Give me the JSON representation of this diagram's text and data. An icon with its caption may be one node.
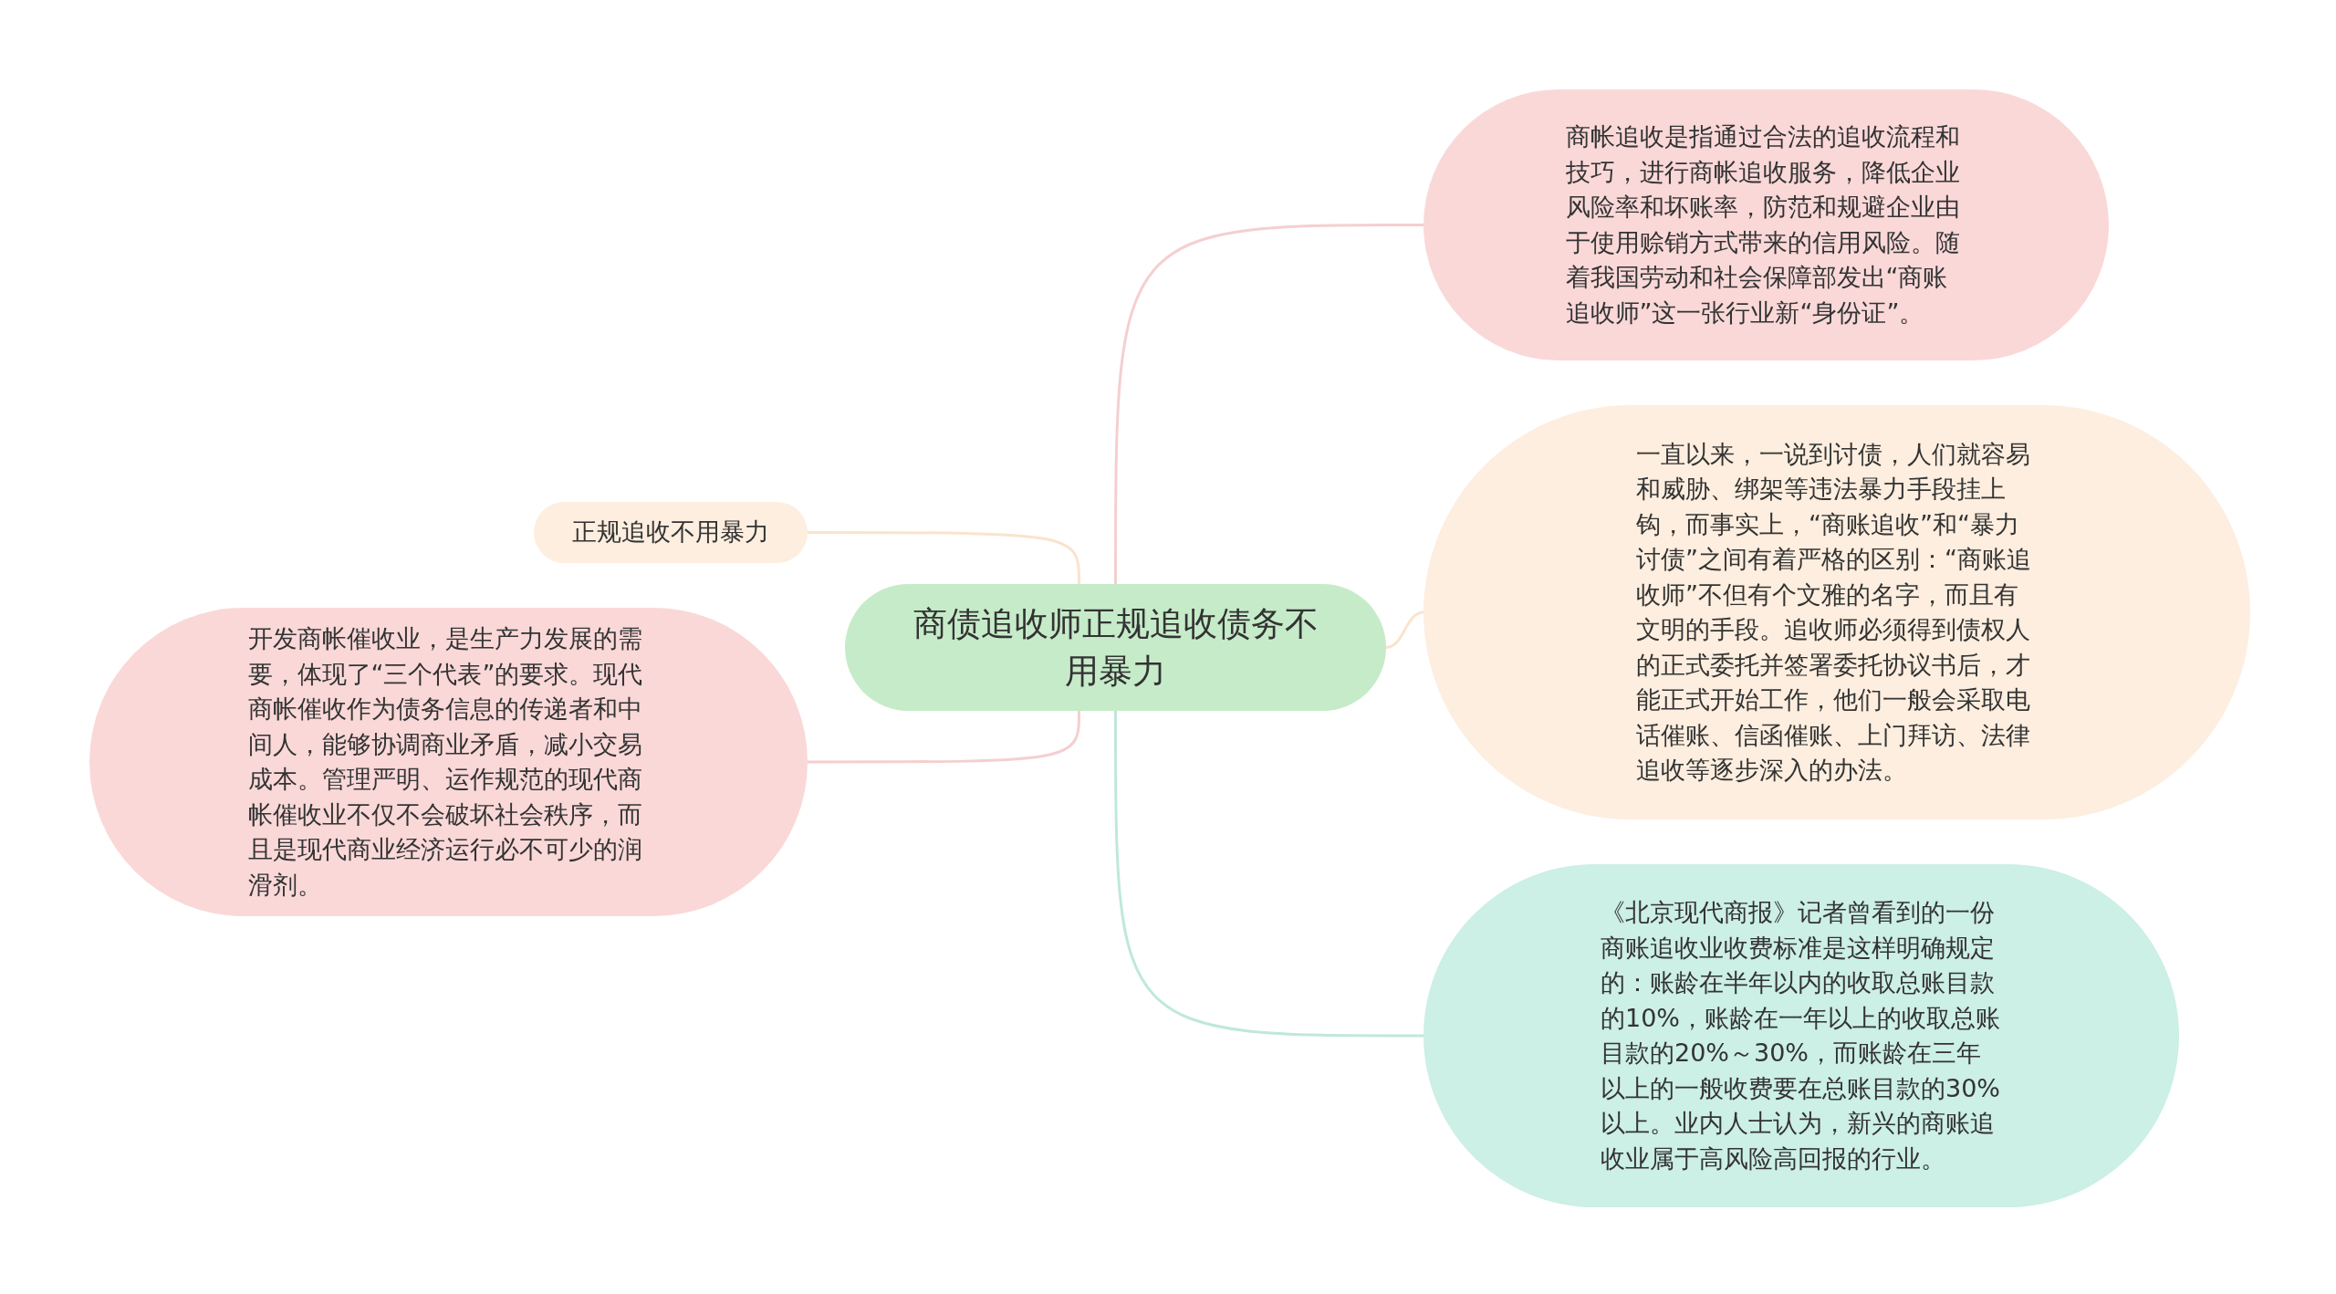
{
  "diagram": {
    "nodes": [
      {
        "text": [
          "商债追收师正规追收债务不用暴力"
        ]
      },
      {
        "text": [
          "商帐追收是指通过合法的追收流程和技巧，进行商帐追收服务，降低企业风险率和坏账率，防范和规避企业由于使用赊销方式带来的信用风险。随着我国劳动和社会保障部发出“商账追收师”这一张行业新“身份证”。"
        ]
      },
      {
        "text": [
          "一直以来，一说到讨债，人们就容易和威胁、绑架等违法暴力手段挂上钩，而事实上，“商账追收”和“暴力讨债”之间有着严格的区别：“商账追收师”不但有个文雅的名字，而且有文明的手段。追收师必须得到债权人的正式委托并签署委托协议书后，才能正式开始工作，他们一般会采取电话催账、信函催账、上门拜访、法律追收等逐步深入的办法。"
        ]
      },
      {
        "text": [
          "《北京现代商报》记者曾看到的一份商账追收业收费标准是这样明确规定的：账龄在半年以内的收取总账目款的10%，账龄在一年以上的收取总账目款的20%～30%，而账龄在三年以上的一般收费要在总账目款的30%以上。业内人士认为，新兴的商账追收业属于高风险高回报的行业。"
        ]
      },
      {
        "text": [
          "正规追收不用暴力"
        ]
      },
      {
        "text": [
          "开发商帐催收业，是生产力发展的需要，体现了“三个代表”的要求。现代商帐催收作为债务信息的传递者和中间人，能够协调商业矛盾，减小交易成本。管理严明、运作规范的现代商帐催收业不仅不会破坏社会秩序，而且是现代商业经济运行必不可少的润滑剂。"
        ]
      }
    ],
    "edges": [
      {
        "from": 0,
        "to": 1,
        "arrow": "none",
        "color": "#f5cfcf"
      },
      {
        "from": 0,
        "to": 2,
        "arrow": "none",
        "color": "#fbe3cc"
      },
      {
        "from": 0,
        "to": 3,
        "arrow": "none",
        "color": "#bfe8dc"
      },
      {
        "from": 0,
        "to": 4,
        "arrow": "none",
        "color": "#fbe3cc"
      },
      {
        "from": 0,
        "to": 5,
        "arrow": "none",
        "color": "#f5cfcf"
      }
    ]
  }
}
